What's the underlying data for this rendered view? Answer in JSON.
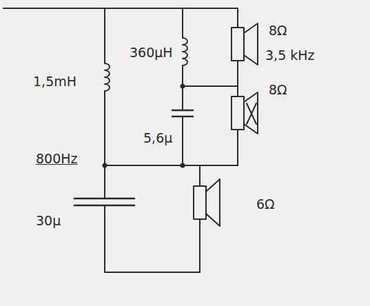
{
  "diagram": {
    "labels": [
      "1,5mH",
      "800Hz",
      "30µ",
      "360µH",
      "5,6µ",
      "8Ω",
      "3,5 kHz",
      "8Ω",
      "6Ω"
    ]
  }
}
